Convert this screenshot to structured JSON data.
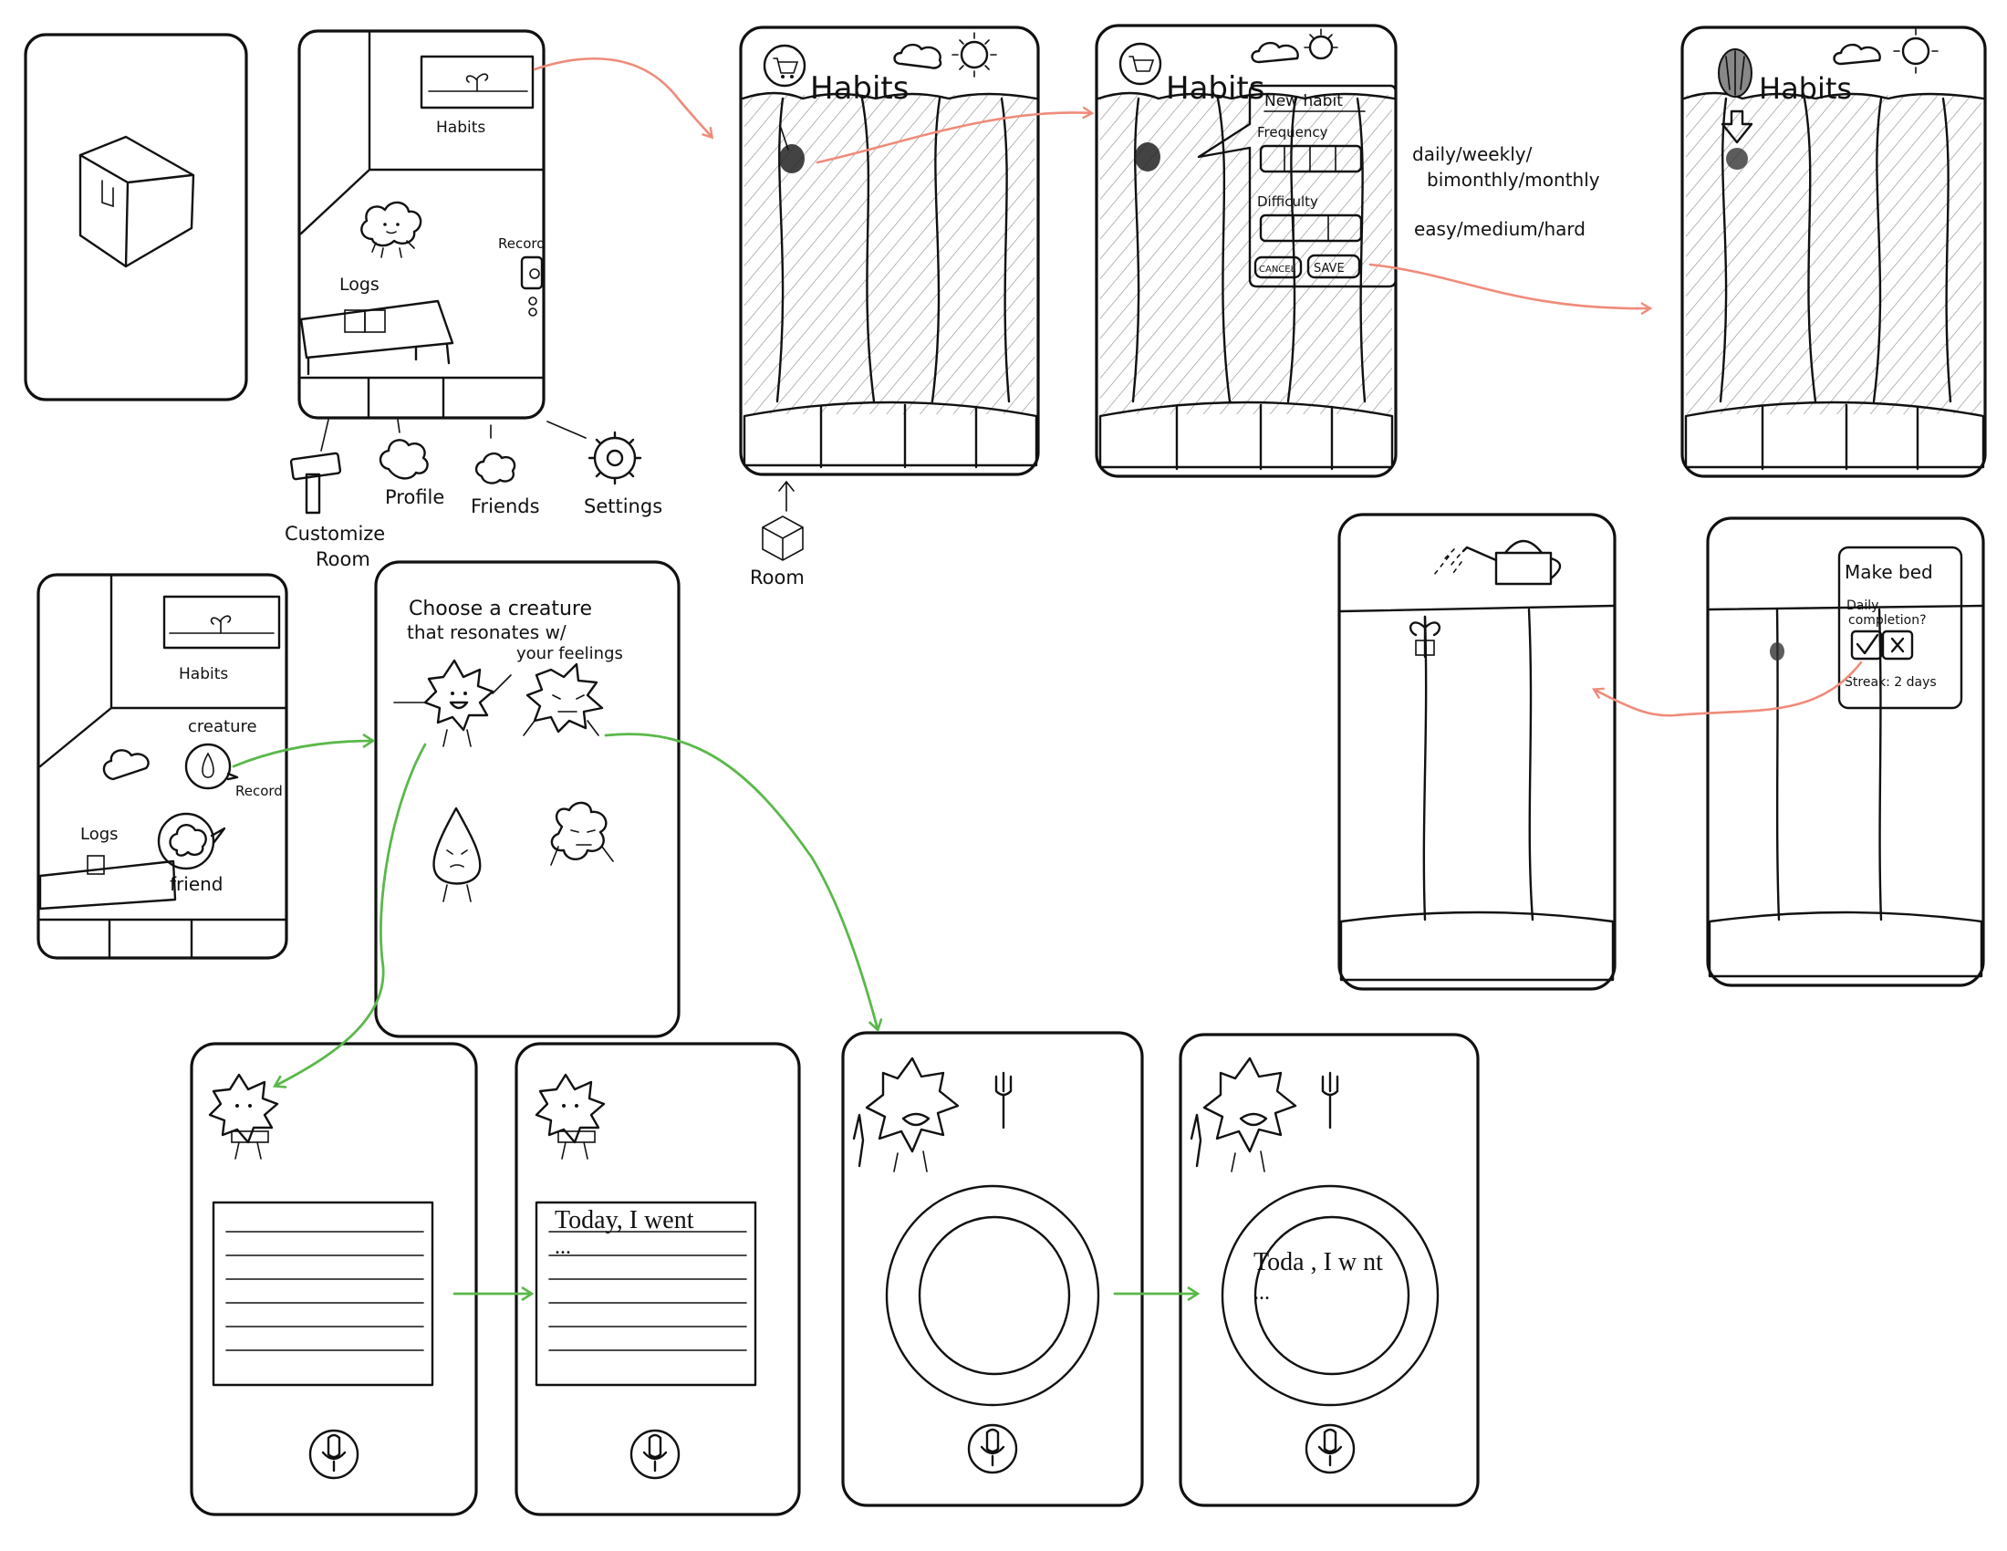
{
  "colors": {
    "ink": "#111111",
    "red_arrow": "#ef8b7a",
    "green_arrow": "#5ab84a",
    "paper": "#ffffff"
  },
  "room": {
    "habits_label": "Habits",
    "logs_label": "Logs",
    "record_label": "Record",
    "creature_label": "creature",
    "friend_label": "friend"
  },
  "nav": {
    "customize": "Customize",
    "room": "Room",
    "profile": "Profile",
    "friends": "Friends",
    "settings": "Settings",
    "room_below": "Room"
  },
  "habits_screen": {
    "title": "Habits"
  },
  "new_habit": {
    "title": "New habit",
    "frequency_label": "Frequency",
    "difficulty_label": "Difficulty",
    "cancel": "CANCEL",
    "save": "SAVE",
    "frequency_options": "daily/weekly/",
    "frequency_options_2": "bimonthly/monthly",
    "difficulty_options": "easy/medium/hard"
  },
  "completion": {
    "title": "Make bed",
    "question_1": "Daily",
    "question_2": "completion?",
    "streak": "Streak: 2 days"
  },
  "creature_chooser": {
    "line1": "Choose a creature",
    "line2": "that resonates w/",
    "line3": "your feelings"
  },
  "journal": {
    "entry_text": "Today, I went",
    "ellipsis": "...",
    "entry_text_broken": "Toda , I w nt"
  },
  "icons": [
    "cube-room-icon",
    "plant-icon",
    "cloud-creature-icon",
    "book-icon",
    "hammer-icon",
    "profile-cloud-icon",
    "friends-cloud-icon",
    "gear-icon",
    "cart-icon",
    "cloud-icon",
    "sun-icon",
    "seed-icon",
    "arrow-down-icon",
    "watering-can-icon",
    "sprout-icon",
    "check-icon",
    "x-icon",
    "microphone-icon",
    "sun-creature-icon",
    "spiky-creature-icon",
    "drop-creature-icon",
    "leaf-creature-icon",
    "knife-icon",
    "fork-icon"
  ]
}
